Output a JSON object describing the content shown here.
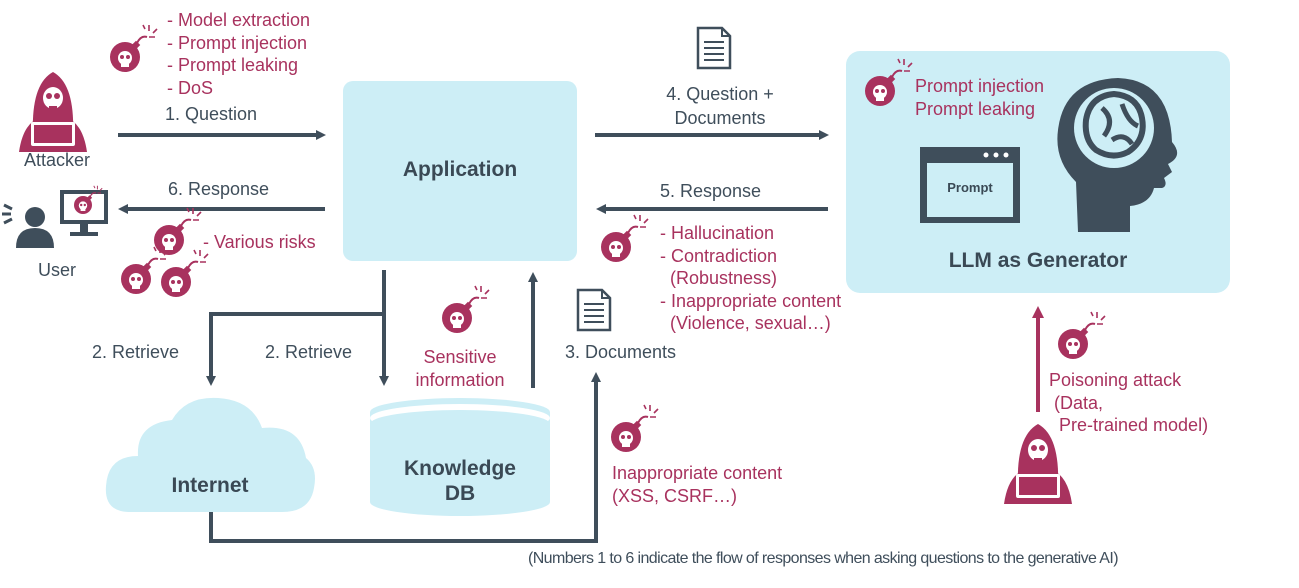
{
  "attacker": {
    "label": "Attacker"
  },
  "user": {
    "label": "User"
  },
  "application": {
    "label": "Application"
  },
  "llm": {
    "label": "LLM as Generator",
    "window_label": "Prompt"
  },
  "internet": {
    "label": "Internet"
  },
  "knowledge_db": {
    "label_line1": "Knowledge",
    "label_line2": "DB"
  },
  "flows": {
    "question": "1. Question",
    "response": "6. Response",
    "retrieve_left": "2. Retrieve",
    "retrieve_right": "2. Retrieve",
    "documents": "3. Documents",
    "question_docs_line1": "4. Question +",
    "question_docs_line2": "Documents",
    "llm_response": "5. Response"
  },
  "risks": {
    "attacker": [
      "- Model extraction",
      "- Prompt injection",
      "- Prompt leaking",
      "- DoS"
    ],
    "user": "- Various risks",
    "llm": [
      "Prompt injection",
      "Prompt leaking"
    ],
    "response": [
      "- Hallucination",
      "- Contradiction",
      "  (Robustness)",
      "- Inappropriate content",
      "  (Violence, sexual…)"
    ],
    "sensitive": [
      "Sensitive",
      "information"
    ],
    "documents": [
      "Inappropriate content",
      "(XSS, CSRF…)"
    ],
    "poisoning": [
      "Poisoning attack",
      " (Data,",
      "  Pre-trained model)"
    ]
  },
  "footnote": "(Numbers 1 to 6 indicate the flow of responses when asking questions to the generative AI)",
  "colors": {
    "accent": "#a8325e",
    "arrow": "#3f4e5b",
    "box": "#cdeef6",
    "cloud": "#cdeef6"
  }
}
